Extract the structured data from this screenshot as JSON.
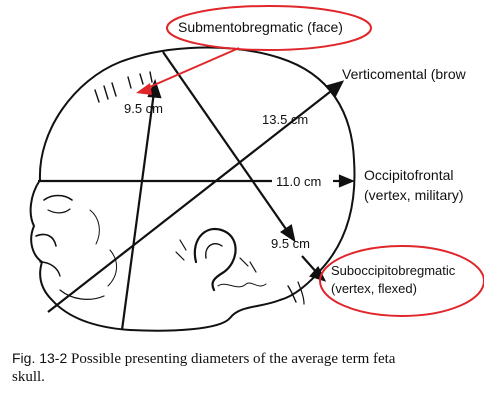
{
  "labels": {
    "submentobregmatic": "Submentobregmatic (face)",
    "verticomental": "Verticomental (brow",
    "d95_top": "9.5 cm",
    "d135": "13.5 cm",
    "occipitofrontal": "Occipitofrontal",
    "occipitofrontal_sub": "(vertex, military)",
    "d110": "11.0 cm",
    "d95_bottom": "9.5 cm",
    "suboccipitobregmatic": "Suboccipitobregmatic",
    "suboccipitobregmatic_sub": "(vertex, flexed)"
  },
  "caption": {
    "number": "Fig. 13-2",
    "text": "Possible presenting diameters of the average term feta",
    "text2": "skull."
  },
  "colors": {
    "highlight": "#e0262b",
    "ink": "#111111"
  }
}
